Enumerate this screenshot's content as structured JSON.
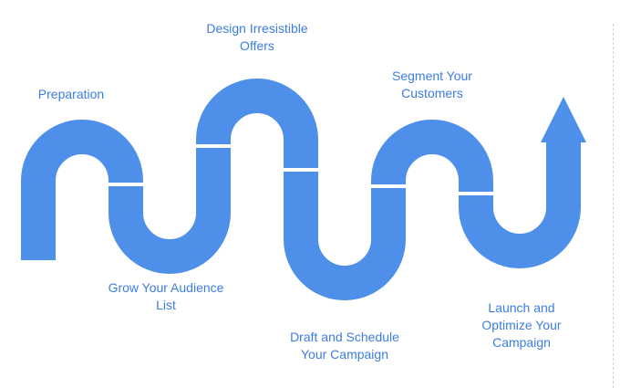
{
  "diagram": {
    "type": "serpentine-process-flow",
    "accent": "#4e8fe9",
    "label_color": "#3c7de2",
    "arrow": {
      "direction": "up"
    },
    "steps": [
      {
        "id": 1,
        "label": "Preparation",
        "lines": [
          "Preparation"
        ],
        "label_position": "top"
      },
      {
        "id": 2,
        "label": "Grow Your Audience List",
        "lines": [
          "Grow Your Audience",
          "List"
        ],
        "label_position": "bottom"
      },
      {
        "id": 3,
        "label": "Design Irresistible Offers",
        "lines": [
          "Design Irresistible",
          "Offers"
        ],
        "label_position": "top"
      },
      {
        "id": 4,
        "label": "Draft and Schedule Your Campaign",
        "lines": [
          "Draft and Schedule",
          "Your Campaign"
        ],
        "label_position": "bottom"
      },
      {
        "id": 5,
        "label": "Segment Your Customers",
        "lines": [
          "Segment Your",
          "Customers"
        ],
        "label_position": "top"
      },
      {
        "id": 6,
        "label": "Launch and Optimize Your Campaign",
        "lines": [
          "Launch and",
          "Optimize Your",
          "Campaign"
        ],
        "label_position": "bottom"
      }
    ]
  }
}
